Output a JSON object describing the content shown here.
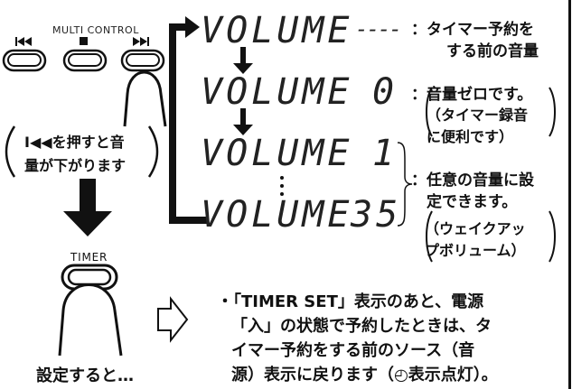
{
  "panel": {
    "multi_control_label": "MULTI CONTROL",
    "btn_prev_icon": "skip-back-icon",
    "btn_stop_icon": "stop-icon",
    "btn_next_icon": "skip-forward-icon",
    "timer_label": "TIMER"
  },
  "left_text": {
    "line1": "I◀◀を押すと音",
    "line2": "量が下がります",
    "caption": "設定すると…"
  },
  "volume_rows": [
    {
      "label": "VOLUME",
      "value": "----",
      "desc1": "：タイマー予約を",
      "desc2": "する前の音量"
    },
    {
      "label": "VOLUME",
      "value": "0",
      "desc1": "：音量ゼロです。",
      "desc2": "（タイマー録音",
      "desc3": "に便利です）"
    },
    {
      "label": "VOLUME",
      "value": "1",
      "desc1": "：任意の音量に設",
      "desc2": "定できます。",
      "desc3": "（ウェイクアッ",
      "desc4": "プボリューム）"
    },
    {
      "label": "VOLUME",
      "value": "35"
    }
  ],
  "note": {
    "line1": "・「TIMER SET」表示のあと、電源",
    "line2": "「入」の状態で予約したときは、タ",
    "line3": "イマー予約をする前のソース（音",
    "line4": "源）表示に戻ります（◴表示点灯）。"
  }
}
